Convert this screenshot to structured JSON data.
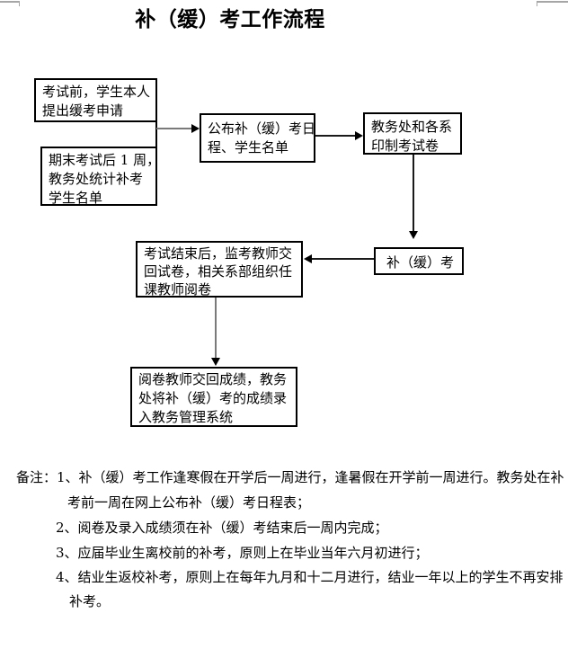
{
  "page": {
    "title": "补（缓）考工作流程"
  },
  "flowchart": {
    "boxes": [
      {
        "id": "apply",
        "lines": [
          "考试前，学生本人",
          "提出缓考申请"
        ]
      },
      {
        "id": "stats",
        "lines": [
          "期末考试后 1 周，",
          "教务处统计补考",
          "学生名单"
        ]
      },
      {
        "id": "publish",
        "lines": [
          "公布补（缓）考日",
          "程、学生名单"
        ]
      },
      {
        "id": "print",
        "lines": [
          "教务处和各系",
          "印制考试卷"
        ]
      },
      {
        "id": "exam",
        "lines": [
          "补（缓）考"
        ]
      },
      {
        "id": "grading",
        "lines": [
          "考试结束后，监考教师交",
          "回试卷，相关系部组织任",
          "课教师阅卷"
        ]
      },
      {
        "id": "record",
        "lines": [
          "阅卷教师交回成绩，教务",
          "处将补（缓）考的成绩录",
          "入教务管理系统"
        ]
      }
    ],
    "arrows": [
      {
        "id": "apply-to-publish",
        "direction": "right"
      },
      {
        "id": "publish-to-print",
        "direction": "right"
      },
      {
        "id": "print-to-exam",
        "direction": "down"
      },
      {
        "id": "exam-to-grading",
        "direction": "left"
      },
      {
        "id": "grading-to-record",
        "direction": "down"
      }
    ]
  },
  "notes": {
    "lines": [
      {
        "text": "备注：1、补（缓）考工作逢寒假在开学后一周进行，逢暑假在开学前一周进行。教务处在补"
      },
      {
        "text": "考前一周在网上公布补（缓）考日程表；"
      },
      {
        "text": "2、阅卷及录入成绩须在补（缓）考结束后一周内完成；"
      },
      {
        "text": "3、应届毕业生离校前的补考，原则上在毕业当年六月初进行；"
      },
      {
        "text": "4、结业生返校补考，原则上在每年九月和十二月进行，结业一年以上的学生不再安排"
      },
      {
        "text": "补考。"
      }
    ]
  },
  "colors": {
    "background": "#ffffff",
    "text": "#000000",
    "box_border": "#000000",
    "arrow_head": "#000000",
    "arrow_shaft_gray": "#7a7a7a",
    "page_mark": "#a6a6a6"
  }
}
